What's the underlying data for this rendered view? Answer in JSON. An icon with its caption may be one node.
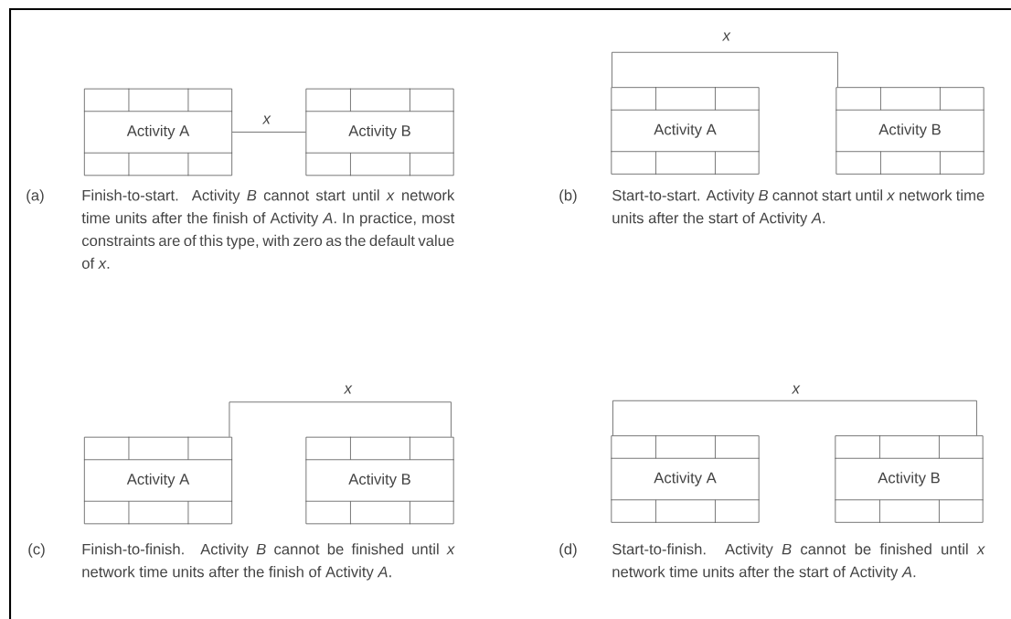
{
  "diagram": {
    "nodes": [
      {
        "text": [
          "Activity A"
        ]
      },
      {
        "text": [
          "Activity B"
        ]
      },
      {
        "text": [
          "Activity A"
        ]
      },
      {
        "text": [
          "Activity B"
        ]
      },
      {
        "text": [
          "Activity A"
        ]
      },
      {
        "text": [
          "Activity B"
        ]
      },
      {
        "text": [
          "Activity A"
        ]
      },
      {
        "text": [
          "Activity B"
        ]
      }
    ],
    "edges": [
      {
        "from": 0,
        "to": 1,
        "arrow": "none",
        "label": "*x*"
      },
      {
        "from": 2,
        "to": 3,
        "arrow": "none",
        "label": "*x*"
      },
      {
        "from": 4,
        "to": 5,
        "arrow": "none",
        "label": "*x*"
      },
      {
        "from": 6,
        "to": 7,
        "arrow": "none",
        "label": "*x*"
      }
    ],
    "labels": [
      "(a)",
      "Finish-to-start. Activity *B* cannot start until *x* network time units after the finish of Activity *A*. In practice, most constraints are of this type, with zero as the default value of *x*.",
      "(b)",
      "Start-to-start. Activity *B* cannot start until *x* network time units after the start of Activity *A*.",
      "(c)",
      "Finish-to-finish. Activity *B* cannot be finished until *x* network time units after the finish of Activity *A*.",
      "(d)",
      "Start-to-finish. Activity *B* cannot be finished until *x* network time units after the start of Activity *A*."
    ]
  }
}
